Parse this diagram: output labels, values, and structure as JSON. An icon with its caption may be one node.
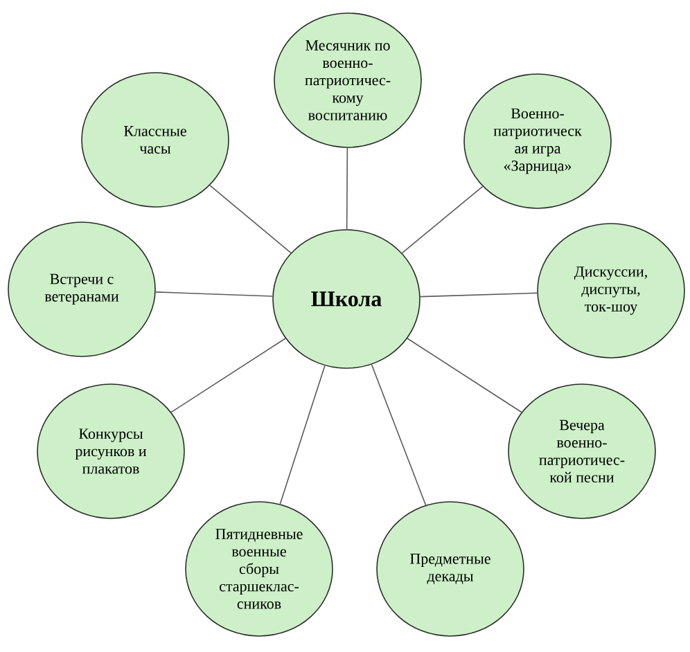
{
  "diagram": {
    "nodes": [
      {
        "text": [
          "Школа"
        ]
      },
      {
        "text": [
          "Месячник по военно- патриотичес- кому воспитанию"
        ]
      },
      {
        "text": [
          "Военно- патриотическ ая игра «Зарница»"
        ]
      },
      {
        "text": [
          "Дискуссии, диспуты, ток-шоу"
        ]
      },
      {
        "text": [
          "Вечера военно- патриотичес- кой песни"
        ]
      },
      {
        "text": [
          "Предметные декады"
        ]
      },
      {
        "text": [
          "Пятидневные военные сборы старшеклас- сников"
        ]
      },
      {
        "text": [
          "Конкурсы рисунков и плакатов"
        ]
      },
      {
        "text": [
          "Встречи с ветеранами"
        ]
      },
      {
        "text": [
          "Классные часы"
        ]
      }
    ],
    "edges": [
      {
        "from": 0,
        "to": 1,
        "arrow": "none"
      },
      {
        "from": 0,
        "to": 2,
        "arrow": "none"
      },
      {
        "from": 0,
        "to": 3,
        "arrow": "none"
      },
      {
        "from": 0,
        "to": 4,
        "arrow": "none"
      },
      {
        "from": 0,
        "to": 5,
        "arrow": "none"
      },
      {
        "from": 0,
        "to": 6,
        "arrow": "none"
      },
      {
        "from": 0,
        "to": 7,
        "arrow": "none"
      },
      {
        "from": 0,
        "to": 8,
        "arrow": "none"
      },
      {
        "from": 0,
        "to": 9,
        "arrow": "none"
      }
    ]
  }
}
